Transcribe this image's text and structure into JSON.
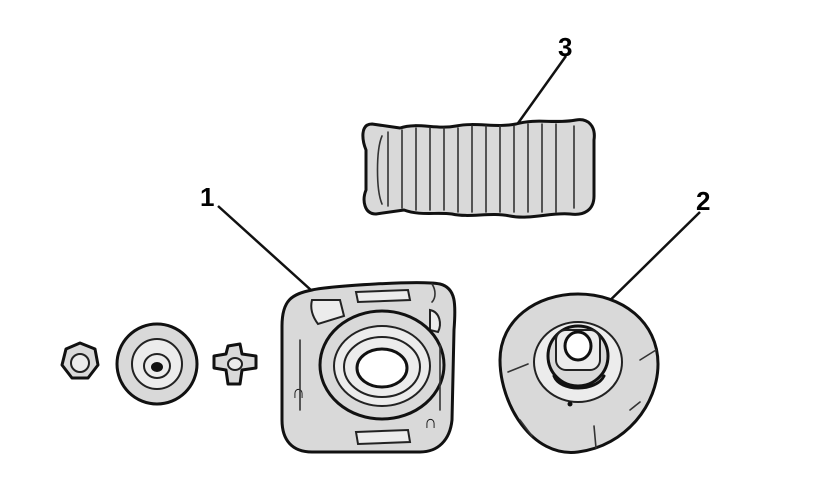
{
  "callouts": {
    "part1": "1",
    "part2": "2",
    "part3": "3"
  },
  "colors": {
    "ink": "#111111",
    "fill": "#d9d9d9",
    "background": "#ffffff"
  }
}
